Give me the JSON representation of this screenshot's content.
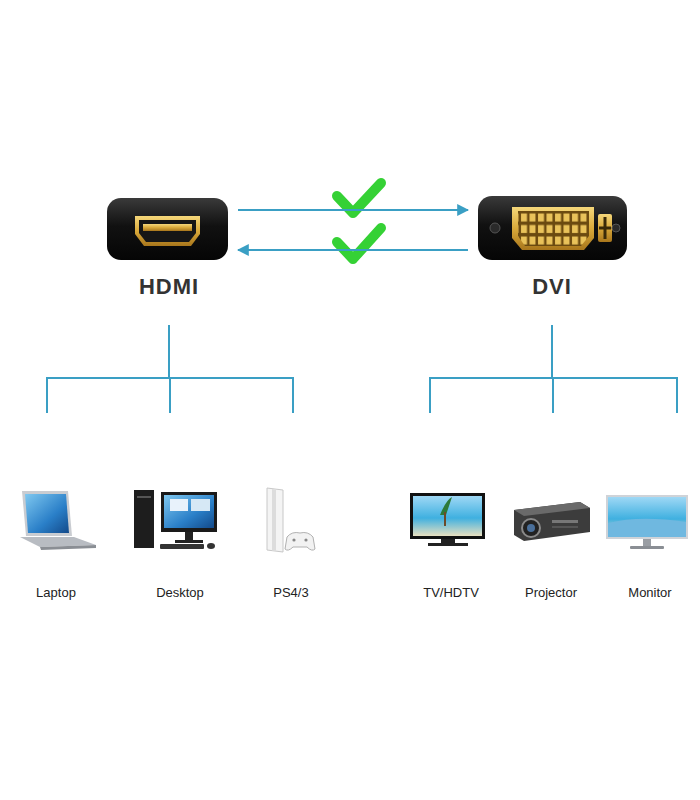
{
  "diagram": {
    "nodes": [
      {
        "text": [
          "HDMI"
        ]
      },
      {
        "text": [
          "DVI"
        ]
      },
      {
        "text": [
          "Laptop"
        ]
      },
      {
        "text": [
          "Desktop"
        ]
      },
      {
        "text": [
          "PS4/3"
        ]
      },
      {
        "text": [
          "TV/HDTV"
        ]
      },
      {
        "text": [
          "Projector"
        ]
      },
      {
        "text": [
          "Monitor"
        ]
      }
    ],
    "edges": [
      {
        "from": 0,
        "to": 1,
        "arrow": "to"
      },
      {
        "from": 1,
        "to": 0,
        "arrow": "to"
      },
      {
        "from": 0,
        "to": 2,
        "arrow": "none"
      },
      {
        "from": 0,
        "to": 3,
        "arrow": "none"
      },
      {
        "from": 0,
        "to": 4,
        "arrow": "none"
      },
      {
        "from": 1,
        "to": 5,
        "arrow": "none"
      },
      {
        "from": 1,
        "to": 6,
        "arrow": "none"
      },
      {
        "from": 1,
        "to": 7,
        "arrow": "none"
      }
    ]
  }
}
